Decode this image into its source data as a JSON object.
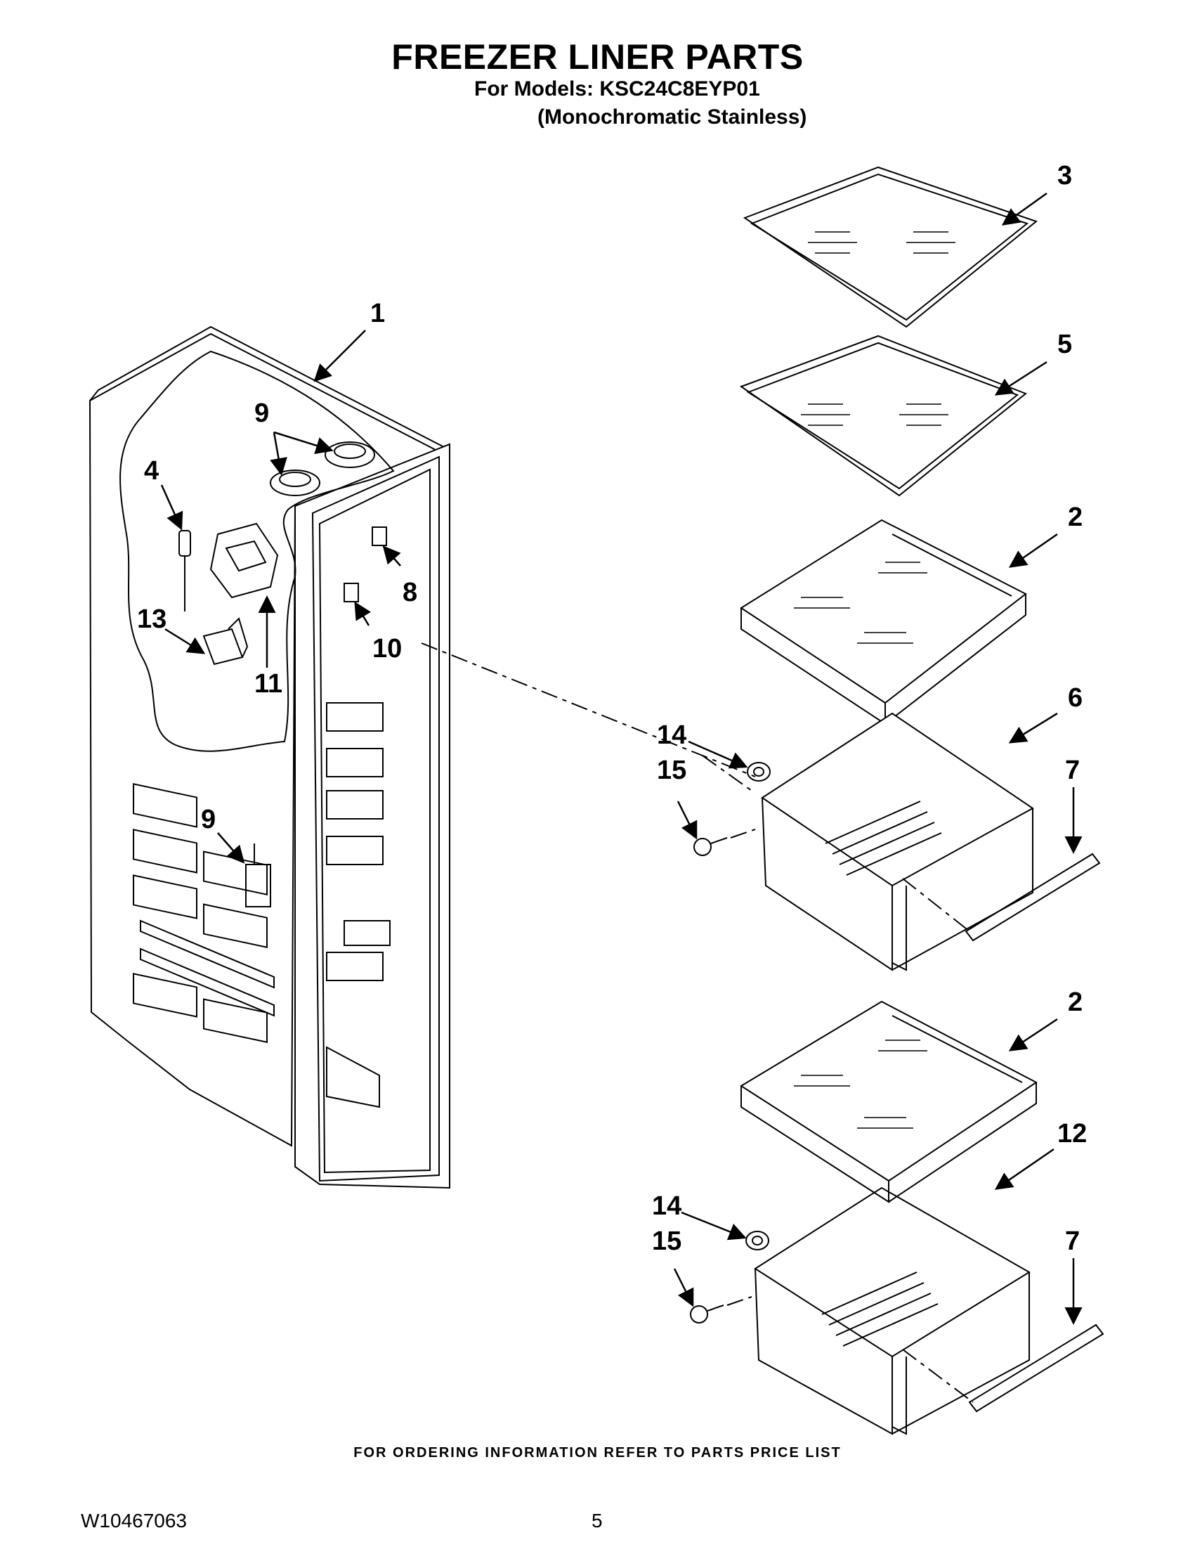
{
  "header": {
    "title": "FREEZER LINER PARTS",
    "models_line": "For Models: KSC24C8EYP01",
    "variant_line": "(Monochromatic Stainless)"
  },
  "callouts": {
    "c1": "1",
    "c2a": "2",
    "c2b": "2",
    "c3": "3",
    "c4": "4",
    "c5": "5",
    "c6": "6",
    "c7a": "7",
    "c7b": "7",
    "c8": "8",
    "c9a": "9",
    "c9b": "9",
    "c10": "10",
    "c11": "11",
    "c12": "12",
    "c13": "13",
    "c14a": "14",
    "c14b": "14",
    "c15a": "15",
    "c15b": "15"
  },
  "footer": {
    "ordering_note": "FOR ORDERING INFORMATION REFER TO PARTS PRICE LIST",
    "document_number": "W10467063",
    "page_number": "5"
  }
}
